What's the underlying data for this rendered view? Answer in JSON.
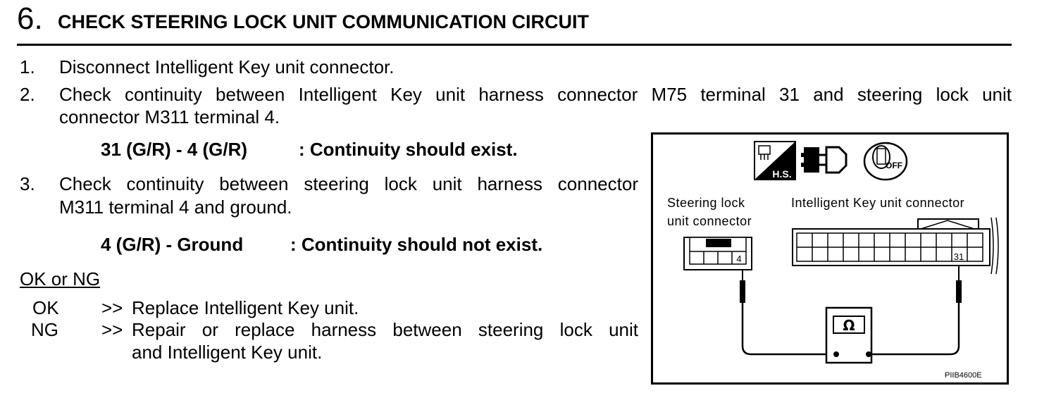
{
  "step": {
    "number": "6.",
    "title": "CHECK STEERING LOCK UNIT COMMUNICATION CIRCUIT"
  },
  "items": [
    {
      "num": "1.",
      "text": "Disconnect Intelligent Key unit connector."
    },
    {
      "num": "2.",
      "line1": "Check continuity between Intelligent Key unit harness connector M75 terminal 31 and steering lock unit",
      "line2": "connector M311 terminal 4."
    },
    {
      "num": "3.",
      "line1": "Check continuity between steering lock unit harness connector",
      "line2": "M311 terminal 4 and ground."
    }
  ],
  "specs": [
    {
      "terminals": "31 (G/R) - 4 (G/R)",
      "result": ": Continuity should exist."
    },
    {
      "terminals": "4 (G/R) - Ground",
      "result": ": Continuity should not exist."
    }
  ],
  "ok_ng": {
    "heading": "OK or NG",
    "rows": [
      {
        "code": "OK",
        "arrow": ">>",
        "line1": "Replace Intelligent Key unit."
      },
      {
        "code": "NG",
        "arrow": ">>",
        "line1": "Repair or replace harness between steering lock unit",
        "line2": "and Intelligent Key unit."
      }
    ]
  },
  "figure": {
    "left_connector_line1": "Steering lock",
    "left_connector_line2": "unit connector",
    "right_connector": "Intelligent Key unit connector",
    "terminal_left": "4",
    "terminal_right": "31",
    "meter_symbol": "Ω",
    "hs_label": "H.S.",
    "off_label": "OFF",
    "code": "PIIB4600E"
  }
}
